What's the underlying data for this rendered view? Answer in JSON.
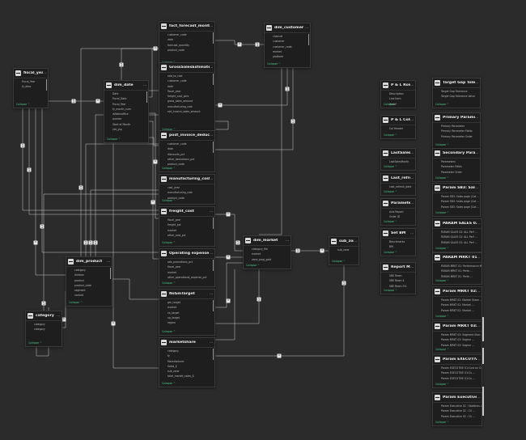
{
  "collapse_label": "Collapse ^",
  "tables": {
    "fiscal_year": {
      "title": "fiscal_year",
      "fields": [
        "Fiscal_Year",
        "fy_desc"
      ]
    },
    "dim_date": {
      "title": "dim_date",
      "fields": [
        "Date",
        "Fiscal_Date",
        "Fiscal_Year",
        "fy_month_num",
        "isRebinoffice",
        "quarter",
        "Start of Month",
        "ytd_ytg"
      ]
    },
    "fact_forecast_monthly": {
      "title": "fact_forecast_monthly",
      "fields": [
        "customer_code",
        "date",
        "forecast_quantity",
        "product_code"
      ]
    },
    "dim_customer": {
      "title": "dim_customer",
      "fields": [
        "channel",
        "customer",
        "customer_code",
        "market",
        "platform"
      ]
    },
    "gross_sales": {
      "title": "GrossSalesEstimates",
      "fields": [
        "add_to_cost",
        "customer_code",
        "date",
        "fiscal_year",
        "freight_cost_perc",
        "gross_sales_amount",
        "manufacturing_cost",
        "net_invoice_sales_amount"
      ]
    },
    "post_invoice": {
      "title": "post_invoice_deductions",
      "fields": [
        "customer_code",
        "date",
        "discounts_pct",
        "other_deductions_pct",
        "product_code"
      ]
    },
    "manufacturing_cost": {
      "title": "manufacturing_cost",
      "fields": [
        "cost_year",
        "manufacturing_cost",
        "product_code"
      ]
    },
    "freight_cost": {
      "title": "freight_cost",
      "fields": [
        "fiscal_year",
        "freight_pct",
        "market",
        "other_cost_pct"
      ]
    },
    "operating_expense": {
      "title": "Operating expense",
      "fields": [
        "ads_promotions_pct",
        "fiscal_year",
        "market",
        "other_operational_expense_pct"
      ]
    },
    "dim_product": {
      "title": "dim_product",
      "fields": [
        "category",
        "division",
        "product",
        "product_code",
        "segment",
        "variant"
      ]
    },
    "category": {
      "title": "category",
      "fields": [
        "category",
        "category"
      ]
    },
    "nsm_target": {
      "title": "NsGmTarget",
      "fields": [
        "gm_target",
        "market",
        "ns_target",
        "np_target",
        "region"
      ]
    },
    "marketshare": {
      "title": "marketshare",
      "fields": [
        "category",
        "fy",
        "Manufacturer",
        "Sales_$",
        "sub_zone",
        "total_market_sales_$"
      ]
    },
    "dim_market": {
      "title": "dim_market",
      "fields": [
        "category_file",
        "market",
        "zone_prog_gold"
      ]
    },
    "sub_zone": {
      "title": "sub_zone",
      "fields": [
        "sub_zone"
      ]
    },
    "pl_rows": {
      "title": "P & L Rows",
      "fields": [
        "Description",
        "Line Item",
        "Order"
      ]
    },
    "pl_columns": {
      "title": "P & L Columns",
      "fields": [
        "Col Header"
      ]
    },
    "last_sales_month": {
      "title": "LastSalesMonth",
      "fields": [
        "LastSalesMonth"
      ]
    },
    "last_refresh": {
      "title": "Last_refresh_date",
      "fields": [
        "Last_refresh_date"
      ]
    },
    "param_list": {
      "title": "Parameter List",
      "fields": [
        "Axis Report",
        "Order ID"
      ]
    },
    "set_bm": {
      "title": "Set BM",
      "fields": [
        "Benchmarks",
        "BM"
      ]
    },
    "report_measures": {
      "title": "Report Measures",
      "fields": [
        "SBE Resm",
        "SBE Resm $",
        "SBE Resm S%"
      ]
    },
    "target_gap": {
      "title": "Target Gap Tolerance",
      "fields": [
        "Target Gap Tolerance",
        "Target Gap Tolerance Value"
      ]
    },
    "primary_param": {
      "title": "Primary Parameter",
      "fields": [
        "Primary Parameter",
        "Primary Parameter Fields",
        "Primary Parameter Order"
      ]
    },
    "secondary_param": {
      "title": "Secondary Parameter",
      "fields": [
        "Parameters",
        "Parameter Fields",
        "Parameter Order"
      ]
    },
    "param_sb3": {
      "title": "Param SB3: Sales page ...",
      "fields": [
        "Param SB3: Sales page (Cat ...",
        "Param SB3: Sales page (Cat ...",
        "Param SB3: Sales page (Cat ..."
      ]
    },
    "param_sales_all": {
      "title": "PARAM SALES 02: ALL ...",
      "fields": [
        "PARAM SALES 02: ALL Perf ...",
        "PARAM SALES 02: ALL Perf ...",
        "PARAM SALES 02: ALL Perf ..."
      ]
    },
    "param_mrkt_perfo": {
      "title": "PARAM MRKT 01: Perfo...",
      "fields": [
        "PARAM MRKT 01: Performance Matr ...",
        "PARAM MRKT 01: Perfo ...",
        "PARAM MRKT 01: Perfo ..."
      ]
    },
    "param_mrkt_marke": {
      "title": "Param MRKT 02: Marke...",
      "fields": [
        "Param MRKT 02: Market Share ...",
        "Param MRKT 02: Market ...",
        "Param MRKT 02: Market ..."
      ]
    },
    "param_mrkt_segme": {
      "title": "Param MRKT 03: Segme...",
      "fields": [
        "Param MRKT 03: Segment Shar ...",
        "Param MRKT 03: Segme ...",
        "Param MRKT 03: Segme ..."
      ]
    },
    "param_exec_01": {
      "title": "Param EXECUTIVE 01:Cu...",
      "fields": [
        "Param EXECUTIVE 01:Cust on Custo ...",
        "Param EXECUTIVE 01:Cu ...",
        "Param EXECUTIVE 01:Cu ..."
      ]
    },
    "param_exec_02": {
      "title": "Param Executive 02 : Cli...",
      "fields": [
        "Param Executive 02 : Statistics on ...",
        "Param Executive 02 : Cli ...",
        "Param Executive 02 : Cli ..."
      ]
    }
  },
  "rel": {
    "one": "1",
    "many": "*"
  }
}
